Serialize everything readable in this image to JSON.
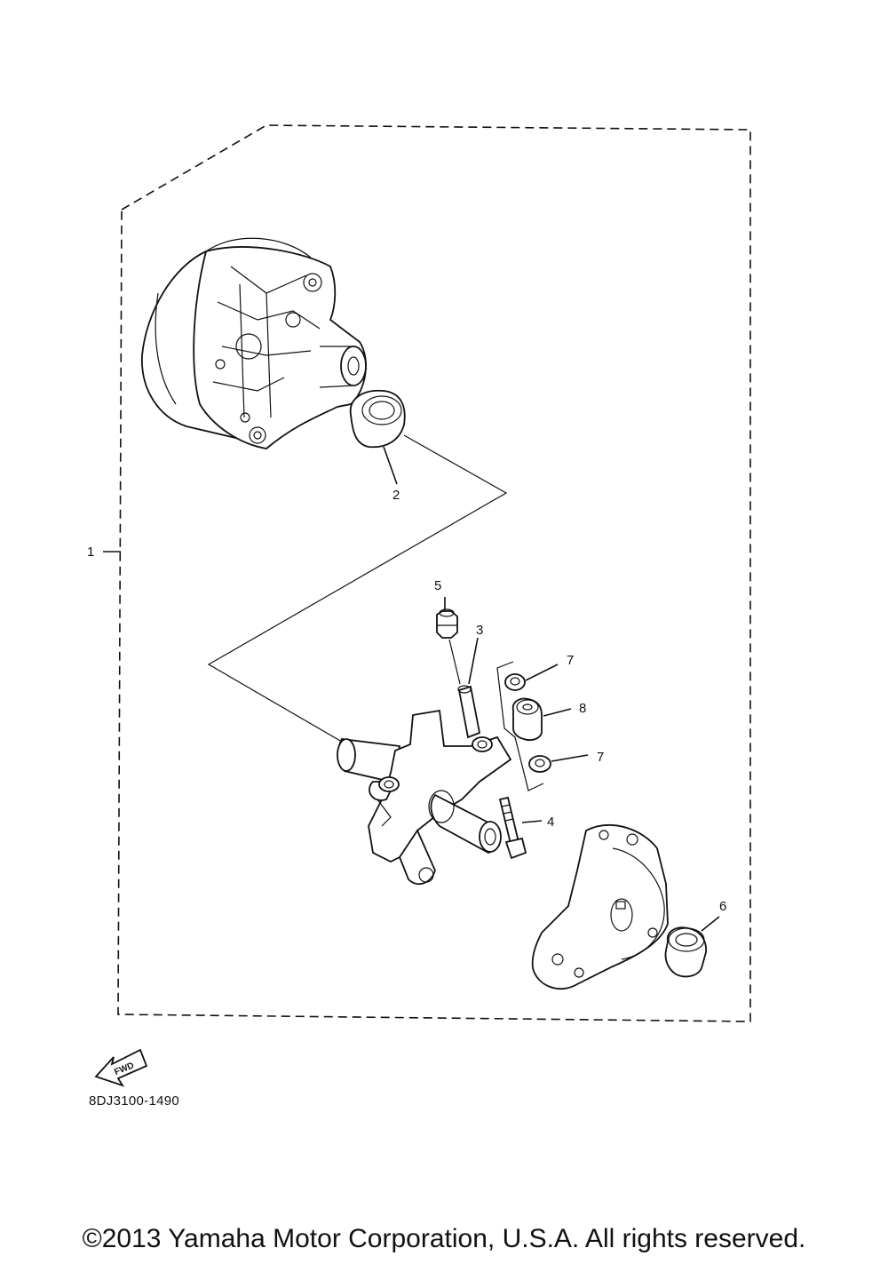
{
  "callouts": {
    "c1": "1",
    "c2": "2",
    "c3": "3",
    "c4": "4",
    "c5": "5",
    "c6": "6",
    "c7a": "7",
    "c7b": "7",
    "c8": "8"
  },
  "fwd_label": "FWD",
  "diagram_code": "8DJ3100-1490",
  "copyright": "©2013 Yamaha Motor Corporation, U.S.A. All rights reserved."
}
